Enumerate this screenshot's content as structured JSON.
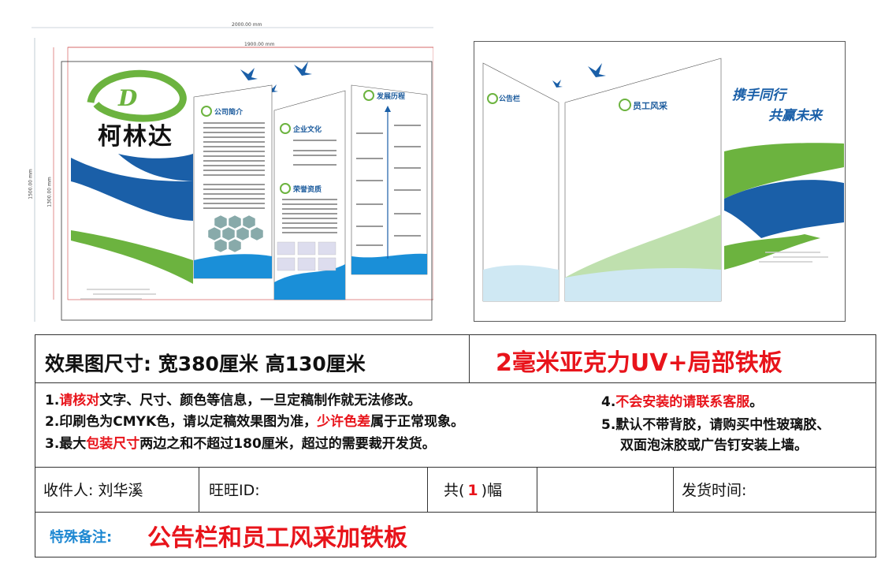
{
  "dimensions": {
    "width_outer": "2000.00 mm",
    "width_inner": "1900.00 mm",
    "height_outer": "1500.00 mm",
    "height_inner": "1300.00 mm"
  },
  "left_panel": {
    "logo_text": "柯林达",
    "card_company_title": "公司简介",
    "card_culture_title": "企业文化",
    "card_honor_title": "荣誉资质",
    "card_history_title": "发展历程"
  },
  "right_panel": {
    "notice_board_title": "公告栏",
    "staff_title": "员工风采",
    "slogan_line1": "携手同行",
    "slogan_line2": "共赢未来"
  },
  "spec": {
    "size_label": "效果图尺寸: 宽380厘米  高130厘米",
    "material": "2毫米亚克力UV+局部铁板"
  },
  "notes": {
    "n1_pre": "1.",
    "n1_red": "请核对",
    "n1_post": "文字、尺寸、颜色等信息，一旦定稿制作就无法修改。",
    "n2_pre": "2.印刷色为CMYK色，请以定稿效果图为准，",
    "n2_red": "少许色差",
    "n2_post": "属于正常现象。",
    "n3_pre": "3.最大",
    "n3_red": "包装尺寸",
    "n3_post": "两边之和不超过180厘米，超过的需要裁开发货。",
    "n4_pre": "4.",
    "n4_red": "不会安装的请联系客服",
    "n4_post": "。",
    "n5_line1": "5.默认不带背胶，请购买中性玻璃胶、",
    "n5_line2": "双面泡沫胶或广告钉安装上墙。"
  },
  "info_row": {
    "recipient": "收件人: 刘华溪",
    "wangwang": "旺旺ID:",
    "count_pre": "共(",
    "count_value": "1",
    "count_post": ")幅",
    "ship_time": "发货时间:"
  },
  "remark": {
    "label": "特殊备注:",
    "value": "公告栏和员工风采加铁板"
  },
  "colors": {
    "blue": "#1a5fa8",
    "green": "#6cb33f",
    "red": "#e8141b",
    "remark_label_blue": "#1e88d2"
  }
}
